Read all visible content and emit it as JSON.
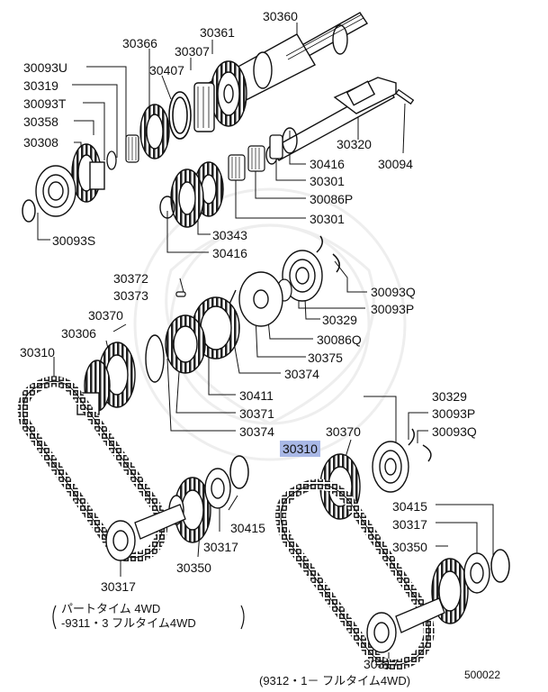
{
  "labels": {
    "l30360": "30360",
    "l30361": "30361",
    "l30366": "30366",
    "l30307": "30307",
    "l30093U": "30093U",
    "l30407": "30407",
    "l30319": "30319",
    "l30093T": "30093T",
    "l30358": "30358",
    "l30308": "30308",
    "l30093S": "30093S",
    "l30320": "30320",
    "l30416a": "30416",
    "l30094": "30094",
    "l30301a": "30301",
    "l30086P": "30086P",
    "l30301b": "30301",
    "l30343": "30343",
    "l30416b": "30416",
    "l30372": "30372",
    "l30373": "30373",
    "l30370a": "30370",
    "l30306": "30306",
    "l30310a": "30310",
    "l30093Qa": "30093Q",
    "l30329a": "30329",
    "l30093Pa": "30093P",
    "l30086Q": "30086Q",
    "l30375": "30375",
    "l30374a": "30374",
    "l30411": "30411",
    "l30371": "30371",
    "l30374b": "30374",
    "l30370b": "30370",
    "l30310b": "30310",
    "l30329b": "30329",
    "l30093Pb": "30093P",
    "l30093Qb": "30093Q",
    "l30415a": "30415",
    "l30317a": "30317",
    "l30350a": "30350",
    "l30317b": "30317",
    "l30415b": "30415",
    "l30317c": "30317",
    "l30350b": "30350",
    "l30317d": "30317"
  },
  "notes": {
    "left_line1": "パートタイム 4WD",
    "left_line2": "-9311・3 フルタイム4WD",
    "right": "(9312・1－ フルタイム4WD)"
  },
  "diagram_id": "500022",
  "highlight_color": "#a9b8e6"
}
